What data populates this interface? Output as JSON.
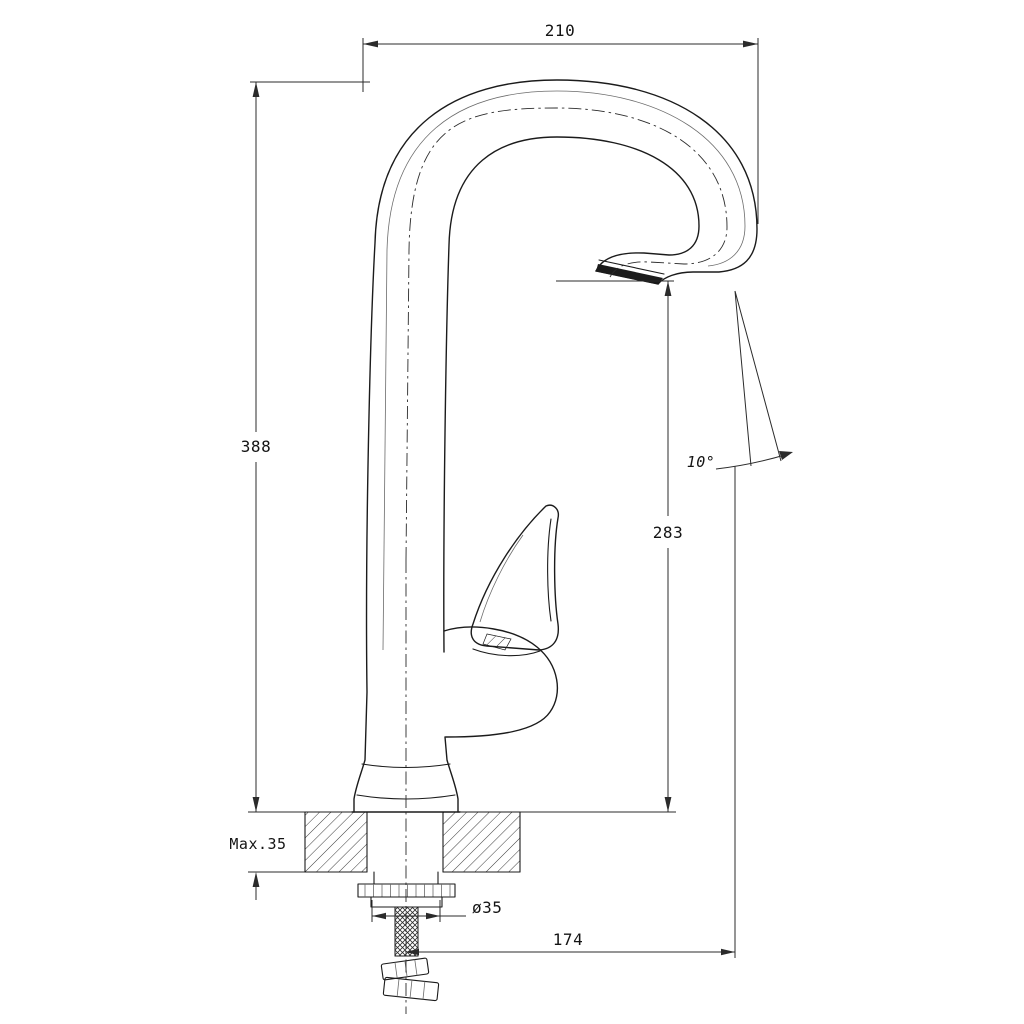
{
  "drawing": {
    "type": "faucet-installation-technical-drawing",
    "labels": {
      "top_width": "210",
      "total_height": "388",
      "spout_height": "283",
      "stream_angle": "10°",
      "max_counter_thickness": "Max.35",
      "hole_diameter": "ø35",
      "reach": "174"
    },
    "colors": {
      "line": "#1b1b1b",
      "background": "#ffffff"
    }
  }
}
